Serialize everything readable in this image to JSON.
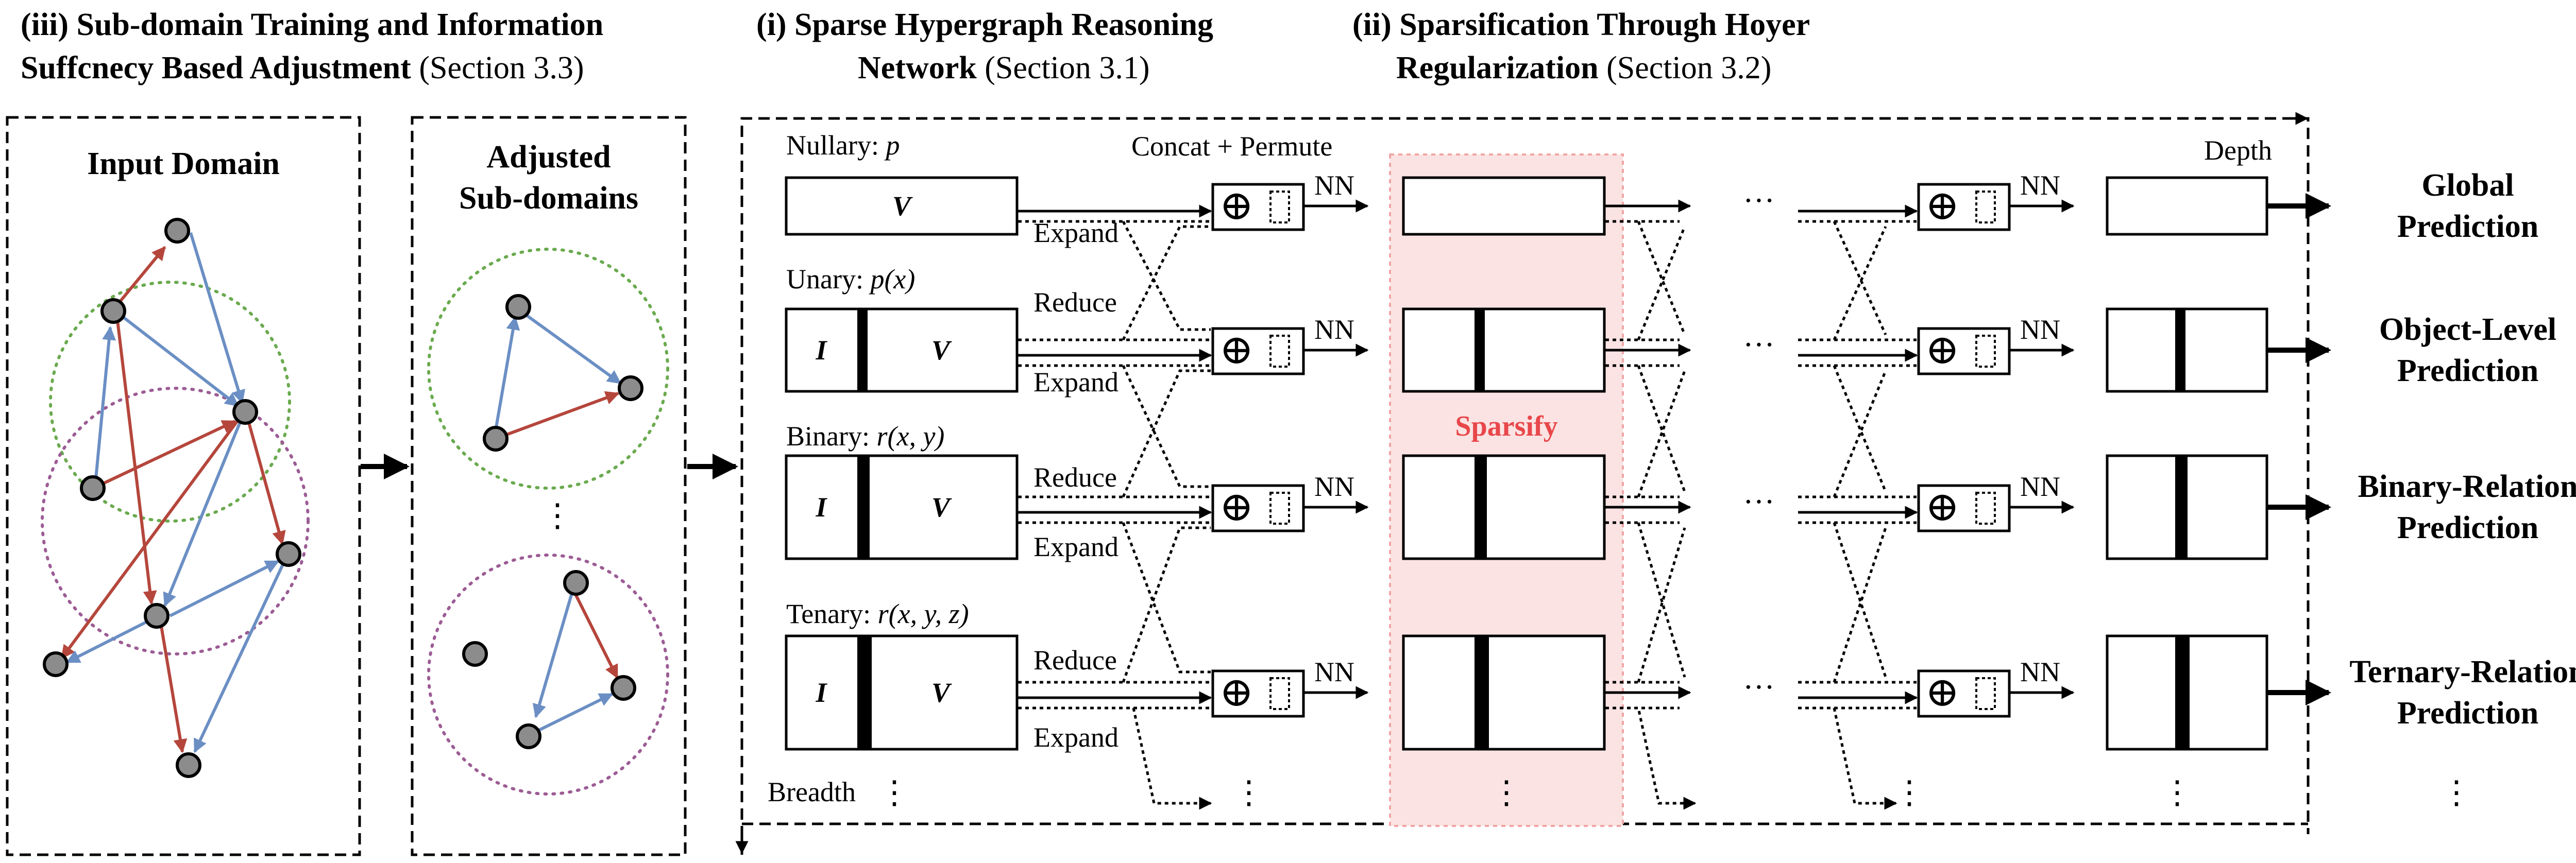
{
  "headers": {
    "iii_line1": "(iii) Sub-domain Training and Information",
    "iii_line2_bold": "Suffcnecy Based Adjustment",
    "iii_line2_section": "(Section 3.3)",
    "i_line1": "(i) Sparse Hypergraph Reasoning",
    "i_line2_bold": "Network",
    "i_line2_section": "(Section 3.1)",
    "ii_line1": "(ii) Sparsification Through Hoyer",
    "ii_line2_bold": "Regularization",
    "ii_line2_section": "(Section 3.2)"
  },
  "input_domain": {
    "title": "Input Domain"
  },
  "adjusted": {
    "title_line1": "Adjusted",
    "title_line2": "Sub-domains",
    "vdots": "⋮"
  },
  "network": {
    "rows": [
      {
        "name": "Nullary:",
        "pred": "p",
        "left": "",
        "right": "V"
      },
      {
        "name": "Unary:",
        "pred": "p(x)",
        "left": "I",
        "right": "V"
      },
      {
        "name": "Binary:",
        "pred": "r(x, y)",
        "left": "I",
        "right": "V"
      },
      {
        "name": "Tenary:",
        "pred": "r(x, y, z)",
        "left": "I",
        "right": "V"
      }
    ],
    "concat_label": "Concat + Permute",
    "nn_label": "NN",
    "reduce_label": "Reduce",
    "expand_label": "Expand",
    "depth_label": "Depth",
    "breadth_label": "Breadth",
    "sparsify_label": "Sparsify",
    "hdots": "···",
    "vdots": "⋮",
    "oplus": "⊕"
  },
  "outputs": [
    {
      "line1": "Global",
      "line2": "Prediction"
    },
    {
      "line1": "Object-Level",
      "line2": "Prediction"
    },
    {
      "line1": "Binary-Relation",
      "line2": "Prediction"
    },
    {
      "line1": "Ternary-Relation",
      "line2": "Prediction"
    }
  ],
  "colors": {
    "edge_blue": "#6b8fc4",
    "edge_red": "#b5463c",
    "circle_green": "#6aaa4f",
    "circle_purple": "#9c5c94",
    "sparsify_band": "#fbe3e3",
    "sparsify_text": "#e8474a",
    "node": "#8c8c8c"
  }
}
